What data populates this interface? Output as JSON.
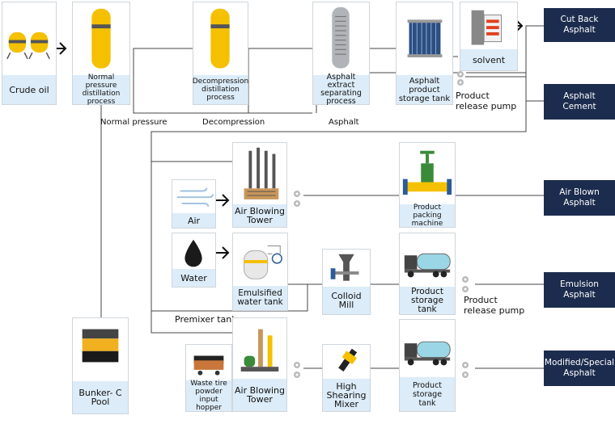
{
  "nodes": {
    "crude_oil": "Crude oil",
    "normal_pressure_distillation": "Normal pressure\ndistillation\nprocess",
    "decompression_distillation": "Decompression\ndistillation\nprocess",
    "asphalt_extract": "Asphalt extract\nseparating\nprocess",
    "asphalt_storage": "Asphalt\nproduct\nstorage tank",
    "solvent": "solvent",
    "air": "Air",
    "air_blowing_tower_1": "Air Blowing\nTower",
    "product_packing": "Product packing\nmachine",
    "water": "Water",
    "emulsified_tank": "Emulsified\nwater tank",
    "colloid_mill": "Colloid\nMill",
    "product_storage_1": "Product\nstorage tank",
    "bunker_c": "Bunker- C\nPool",
    "waste_tire": "Waste tire\npowder input\nhopper",
    "air_blowing_tower_2": "Air Blowing\nTower",
    "high_shearing": "High\nShearing\nMixer",
    "product_storage_2": "Product storage\ntank"
  },
  "outputs": {
    "cut_back": "Cut Back\nAsphalt",
    "asphalt_cement": "Asphalt\nCement",
    "air_blown": "Air Blown\nAsphalt",
    "emulsion": "Emulsion\nAsphalt",
    "modified": "Modified/Special\nAsphalt"
  },
  "labels": {
    "normal_pressure": "Normal pressure",
    "decompression": "Decompression",
    "asphalt": "Asphalt",
    "release_pump_1": "Product\nrelease pump",
    "release_pump_2": "Product\nrelease pump",
    "premixer_tank": "Premixer tank"
  },
  "colors": {
    "output_box": "#1c2c4e",
    "label_band": "#dcecf8",
    "tank_yellow": "#f5c000",
    "line": "#444444"
  }
}
